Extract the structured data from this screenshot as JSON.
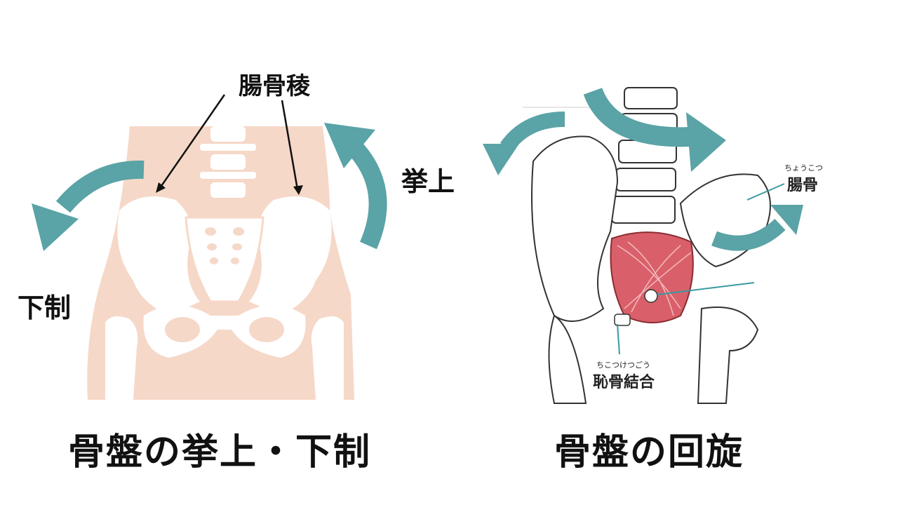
{
  "left": {
    "label_iliac_crest": "腸骨稜",
    "label_elevation": "挙上",
    "label_depression": "下制",
    "caption": "骨盤の挙上・下制"
  },
  "right": {
    "label_ilium_ruby": "ちょうこつ",
    "label_ilium": "腸骨",
    "label_symphysis_ruby": "ちこつけつごう",
    "label_symphysis": "恥骨結合",
    "caption": "骨盤の回旋"
  },
  "colors": {
    "arrow_teal": "#5aa3a6",
    "body_skin": "#f6d8c8",
    "bone": "#ffffff",
    "muscle": "#d9606a"
  }
}
